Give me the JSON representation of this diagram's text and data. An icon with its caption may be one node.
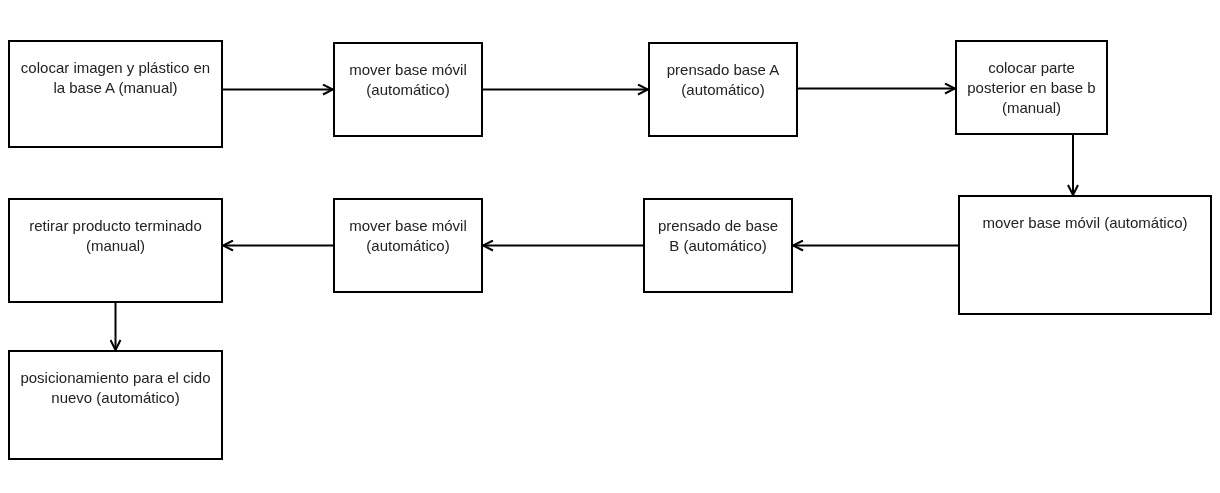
{
  "diagram": {
    "nodes": [
      {
        "text": [
          "colocar imagen y plástico en la base A (manual)"
        ]
      },
      {
        "text": [
          "mover base móvil (automático)"
        ]
      },
      {
        "text": [
          "prensado base A (automático)"
        ]
      },
      {
        "text": [
          "colocar parte posterior en base b (manual)"
        ]
      },
      {
        "text": [
          "mover base móvil (automático)"
        ]
      },
      {
        "text": [
          "prensado de base B (automático)"
        ]
      },
      {
        "text": [
          "mover base móvil (automático)"
        ]
      },
      {
        "text": [
          "retirar producto terminado (manual)"
        ]
      },
      {
        "text": [
          "posicionamiento para el cido nuevo (automático)"
        ]
      }
    ],
    "edges": [
      {
        "from": 0,
        "to": 1,
        "arrow": "to"
      },
      {
        "from": 1,
        "to": 2,
        "arrow": "to"
      },
      {
        "from": 2,
        "to": 3,
        "arrow": "to"
      },
      {
        "from": 3,
        "to": 4,
        "arrow": "to"
      },
      {
        "from": 4,
        "to": 5,
        "arrow": "to"
      },
      {
        "from": 5,
        "to": 6,
        "arrow": "to"
      },
      {
        "from": 6,
        "to": 7,
        "arrow": "to"
      },
      {
        "from": 7,
        "to": 8,
        "arrow": "to"
      }
    ]
  }
}
